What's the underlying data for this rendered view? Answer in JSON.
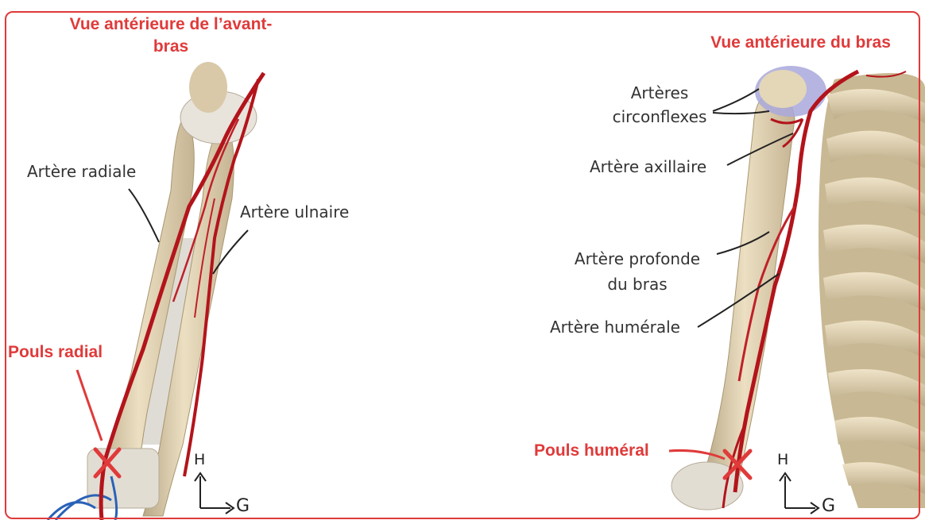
{
  "left_panel": {
    "title": "Vue antérieure de l’avant-\nbras",
    "labels": {
      "radial_artery": "Artère radiale",
      "ulnar_artery": "Artère ulnaire"
    },
    "pulse": "Pouls radial",
    "axis": {
      "up": "H",
      "right": "G"
    }
  },
  "right_panel": {
    "title": "Vue antérieure du bras",
    "labels": {
      "circumflex_arteries": "Artères\ncirconflexes",
      "axillary_artery": "Artère axillaire",
      "deep_brachial_artery": "Artère profonde\ndu bras",
      "brachial_artery": "Artère humérale"
    },
    "pulse": "Pouls huméral",
    "axis": {
      "up": "H",
      "right": "G"
    }
  },
  "colors": {
    "accent_red": "#e03a3a",
    "bone": "#d9c9a8",
    "artery": "#b3141b",
    "vein": "#2a62b8",
    "frame": "#e03a3a"
  }
}
